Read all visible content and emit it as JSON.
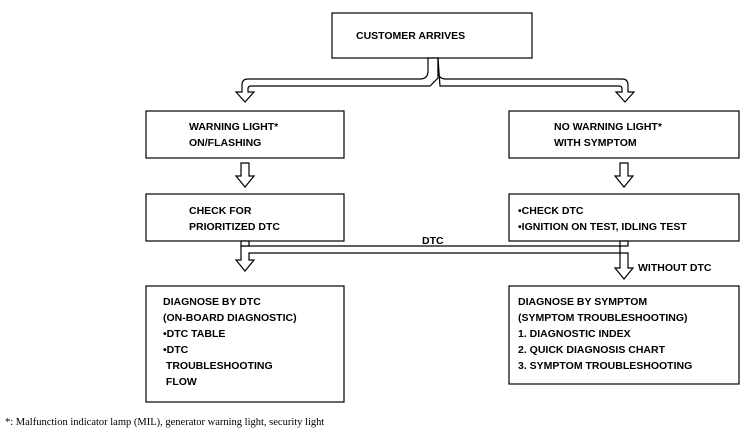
{
  "nodes": {
    "start": {
      "lines": [
        "CUSTOMER ARRIVES"
      ]
    },
    "warning_light": {
      "lines": [
        "WARNING LIGHT*",
        "ON/FLASHING"
      ]
    },
    "no_warning_light": {
      "lines": [
        "NO WARNING LIGHT*",
        "WITH SYMPTOM"
      ]
    },
    "check_prioritized": {
      "lines": [
        "CHECK FOR",
        "PRIORITIZED DTC"
      ]
    },
    "check_dtc": {
      "lines": [
        "•CHECK DTC",
        "•IGNITION ON TEST, IDLING TEST"
      ]
    },
    "diagnose_dtc": {
      "lines": [
        "DIAGNOSE BY DTC",
        "(ON-BOARD DIAGNOSTIC)",
        "•DTC TABLE",
        "•DTC",
        " TROUBLESHOOTING",
        " FLOW"
      ]
    },
    "diagnose_symptom": {
      "lines": [
        "DIAGNOSE BY SYMPTOM",
        "(SYMPTOM TROUBLESHOOTING)",
        "1. DIAGNOSTIC INDEX",
        "2. QUICK DIAGNOSIS CHART",
        "3. SYMPTOM TROUBLESHOOTING"
      ]
    }
  },
  "edge_labels": {
    "dtc": "DTC",
    "without_dtc": "WITHOUT DTC"
  },
  "footnote": "*: Malfunction indicator lamp (MIL), generator warning light, security light"
}
